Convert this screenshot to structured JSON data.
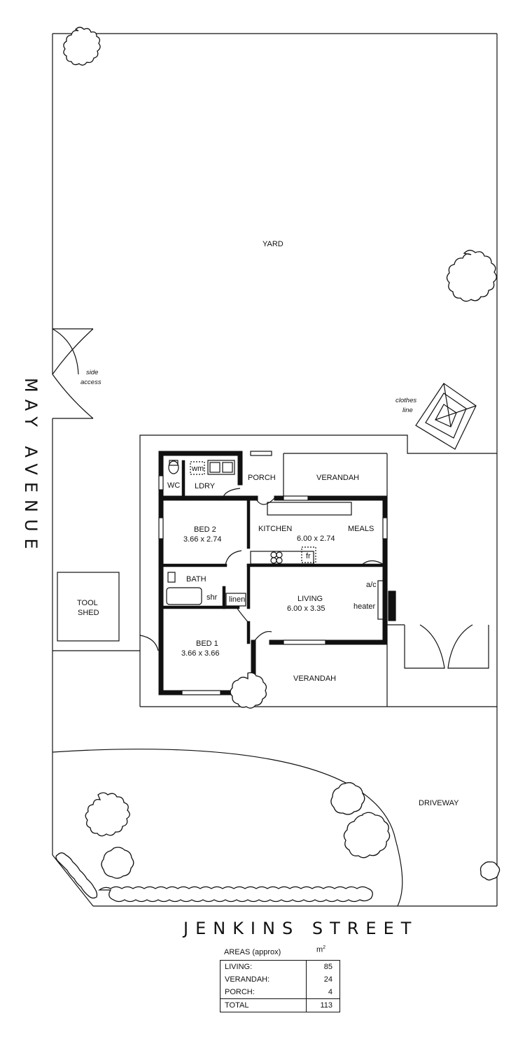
{
  "labels": {
    "yard": "YARD",
    "side_access": [
      "side",
      "access"
    ],
    "clothes_line": [
      "clothes",
      "line"
    ],
    "tool_shed": [
      "TOOL",
      "SHED"
    ],
    "wc": "WC",
    "wm": "wm",
    "laundry": "LDRY",
    "porch": "PORCH",
    "verandah_top": "VERANDAH",
    "bed2": "BED 2",
    "bed2_size": "3.66 x 2.74",
    "kitchen": "KITCHEN",
    "meals": "MEALS",
    "kitchen_size": "6.00 x 2.74",
    "fridge": "fr",
    "bath": "BATH",
    "shower": "shr",
    "linen": "linen",
    "living": "LIVING",
    "living_size": "6.00 x 3.35",
    "ac": "a/c",
    "heater": "heater",
    "bed1": "BED 1",
    "bed1_size": "3.66 x 3.66",
    "verandah_bottom": "VERANDAH",
    "driveway": "DRIVEWAY"
  },
  "streets": {
    "side": "MAY AVENUE",
    "front": "JENKINS STREET"
  },
  "areas_table": {
    "title": "AREAS (approx)",
    "unit": "m",
    "unit_sup": "2",
    "rows": [
      {
        "label": "LIVING:",
        "value": "85"
      },
      {
        "label": "VERANDAH:",
        "value": "24"
      },
      {
        "label": "PORCH:",
        "value": "4"
      }
    ],
    "total": {
      "label": "TOTAL",
      "value": "113"
    }
  }
}
